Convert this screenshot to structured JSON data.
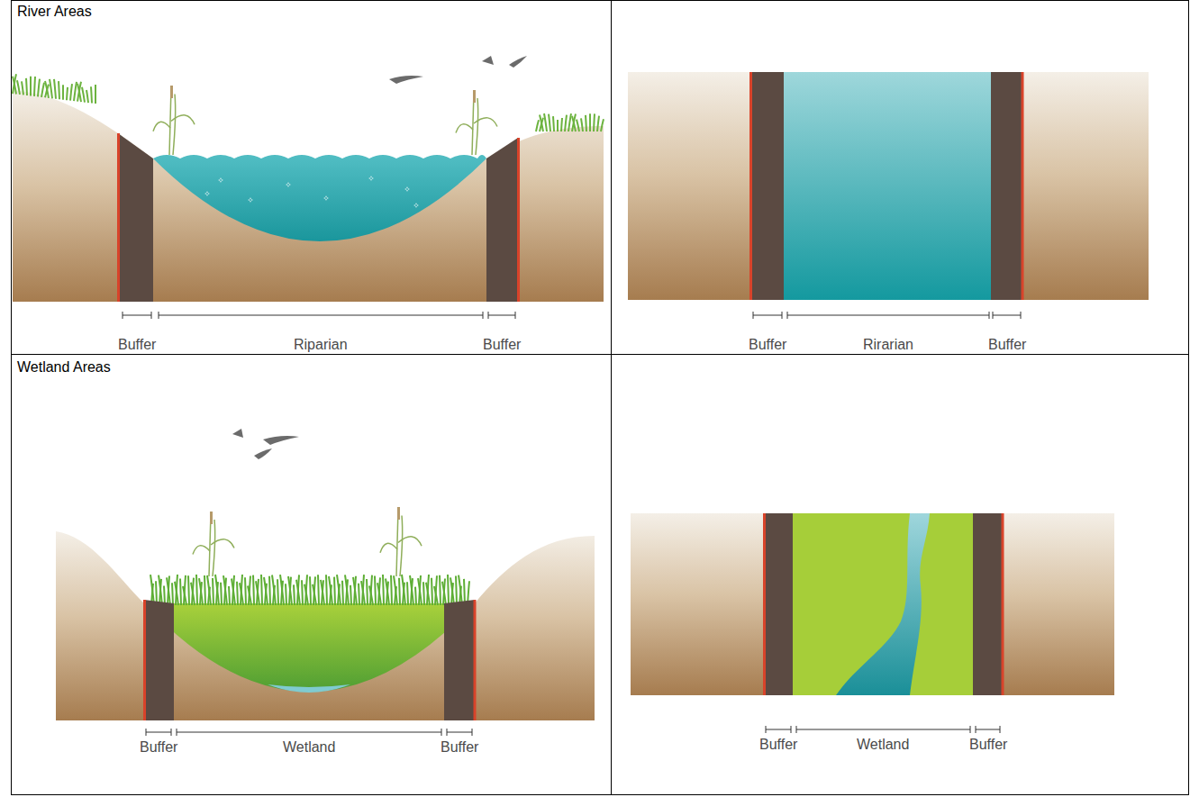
{
  "diagram": {
    "labels": [
      "River Areas",
      "Buffer",
      "Riparian",
      "Buffer",
      "Buffer",
      "Rirarian",
      "Buffer",
      "Wetland Areas",
      "Buffer",
      "Wetland",
      "Buffer",
      "Buffer",
      "Wetland",
      "Buffer"
    ]
  }
}
